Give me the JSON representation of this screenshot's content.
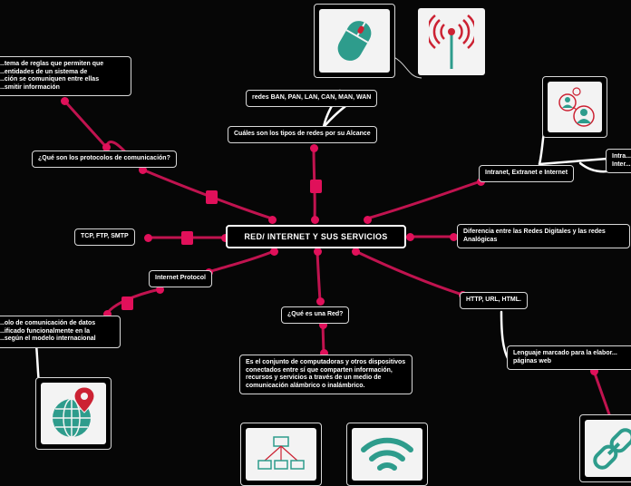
{
  "colors": {
    "background": "#060606",
    "branch": "#c0134f",
    "node_point": "#e0105a",
    "connector": "#ffffff",
    "node_border": "#d8d8d8",
    "icon_teal": "#2e9c8c",
    "icon_red": "#cc2233"
  },
  "central_topic": "RED/ INTERNET Y SUS SERVICIOS",
  "topics": {
    "redes_alcance": "Cuáles son los tipos de redes por su Alcance",
    "redes_tipos": "redes BAN, PAN, LAN, CAN, MAN, WAN",
    "protocolos": "¿Qué son los protocolos de comunicación?",
    "protocolos_def": "...tema de reglas que permiten que\n...entidades de un sistema de\n...ción se comuniquen entre ellas\n...smitir información",
    "tcp": "TCP, FTP, SMTP",
    "internet_protocol": "Internet Protocol",
    "ip_def": "...olo de comunicación de datos\n...ificado funcionalmente en la\n...según el modelo internacional",
    "que_es_red": "¿Qué es una Red?",
    "red_def": "Es el conjunto de computadoras y otros dispositivos conectados entre sí que comparten información, recursos y servicios a través de un medio de comunicación alámbrico o inalámbrico.",
    "intranet": "Intranet, Extranet e Internet",
    "intra_right": "Intra...\nInter...",
    "diferencia": "Diferencia entre las Redes Digitales y las redes Analógicas",
    "http": "HTTP, URL, HTML.",
    "html_def": "Lenguaje marcado para la elabor...\npáginas web"
  },
  "images": [
    "mouse-icon",
    "antenna-icon",
    "users-network-icon",
    "globe-location-icon",
    "network-diagram-icon",
    "wifi-icon",
    "chain-link-icon"
  ]
}
